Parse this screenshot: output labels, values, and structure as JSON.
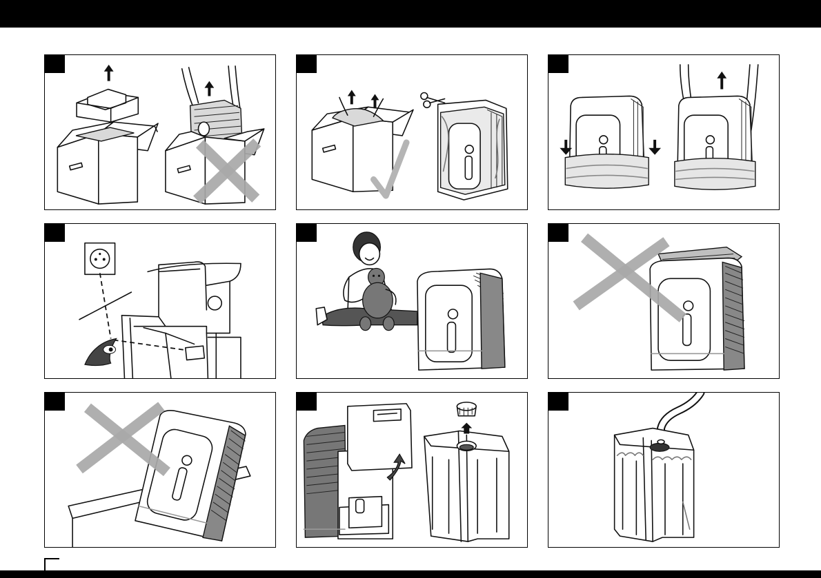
{
  "panels": [
    {
      "id": 1,
      "badge": "",
      "content": "unpacking-lift-top-insert"
    },
    {
      "id": 2,
      "badge": "",
      "content": "remove-plastic-bag"
    },
    {
      "id": 3,
      "badge": "",
      "content": "remove-bottom-packaging"
    },
    {
      "id": 4,
      "badge": "",
      "content": "check-power-socket"
    },
    {
      "id": 5,
      "badge": "",
      "content": "child-safety"
    },
    {
      "id": 6,
      "badge": "",
      "content": "do-not-cover"
    },
    {
      "id": 7,
      "badge": "",
      "content": "do-not-tilt"
    },
    {
      "id": 8,
      "badge": "",
      "content": "remove-water-tank"
    },
    {
      "id": 9,
      "badge": "",
      "content": "fill-water-tank"
    }
  ],
  "colors": {
    "bar": "#000000",
    "cross": "#a8a8a8",
    "check": "#b5b5b5"
  }
}
